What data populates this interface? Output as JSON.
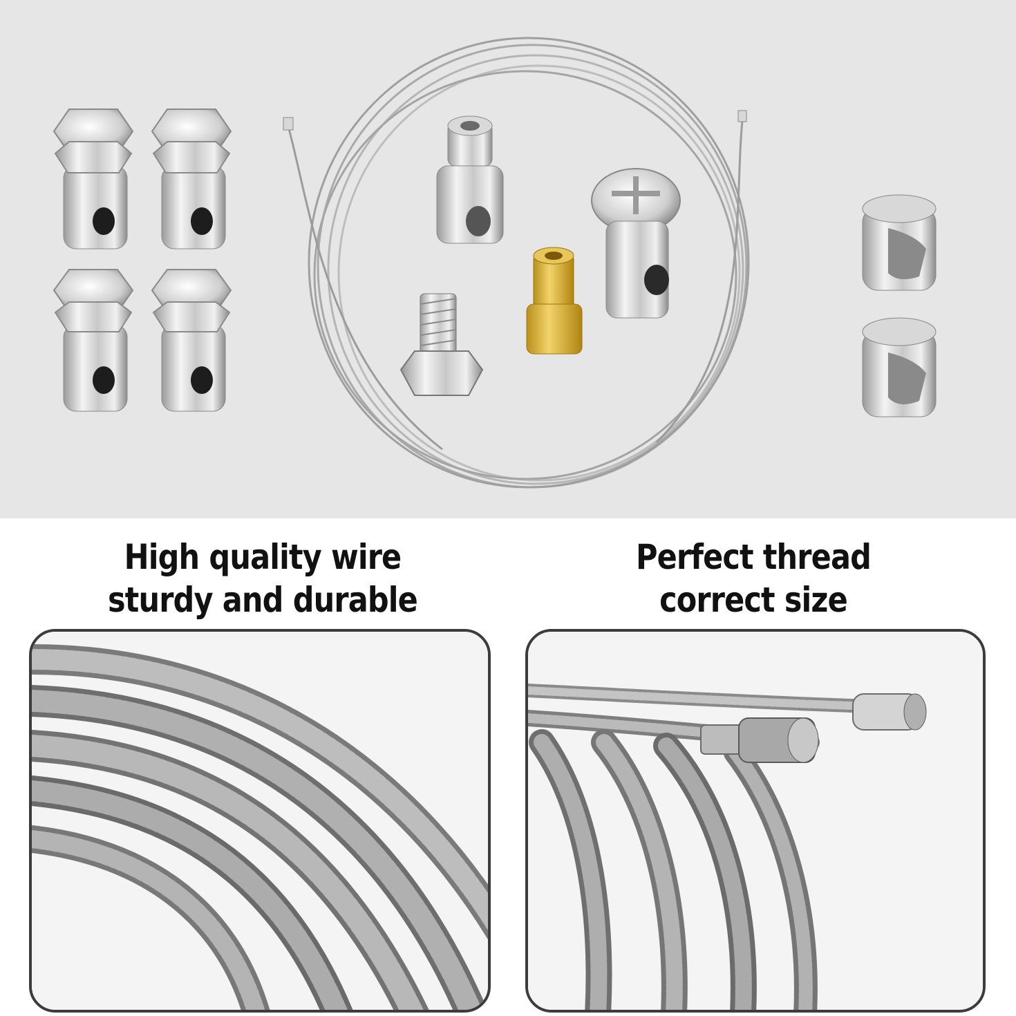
{
  "product_image": {
    "background": "#e6e6e6",
    "items": {
      "hex_barrel_nuts": 4,
      "round_barrel_nuts": 2,
      "center_parts": [
        "cable-pinch-bolt",
        "hex-bolt",
        "brass-ferrule",
        "round-head-screw"
      ],
      "wire_color": "#a9a9a9",
      "brass_color": "#d4af37"
    }
  },
  "features": [
    {
      "line1": "High quality wire",
      "line2": "sturdy and durable"
    },
    {
      "line1": "Perfect thread",
      "line2": "correct size"
    }
  ],
  "panels": {
    "border_color": "#3c3c3c"
  }
}
